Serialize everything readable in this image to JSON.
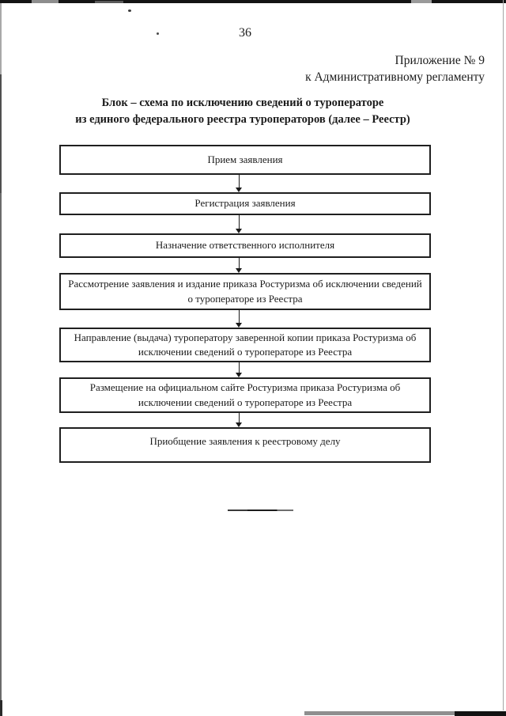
{
  "page": {
    "number": "36",
    "appendix": {
      "line1": "Приложение № 9",
      "line2": "к Административному регламенту"
    },
    "title": {
      "line1": "Блок – схема по исключению сведений о туроператоре",
      "line2": "из единого федерального реестра туроператоров (далее – Реестр)"
    }
  },
  "flowchart": {
    "steps": [
      {
        "label": "Прием заявления"
      },
      {
        "label": "Регистрация заявления"
      },
      {
        "label": "Назначение ответственного исполнителя"
      },
      {
        "label": "Рассмотрение заявления и издание приказа Ростуризма об исключении сведений о туроператоре из Реестра"
      },
      {
        "label": "Направление (выдача) туроператору заверенной копии приказа Ростуризма об исключении сведений о туроператоре из Реестра"
      },
      {
        "label": "Размещение на официальном сайте Ростуризма приказа Ростуризма об исключении сведений о туроператоре из Реестра"
      },
      {
        "label": "Приобщение заявления к реестровому делу"
      }
    ]
  },
  "colors": {
    "ink": "#1b1b1b",
    "paper": "#ffffff",
    "box_border": "#1f1f1f"
  }
}
